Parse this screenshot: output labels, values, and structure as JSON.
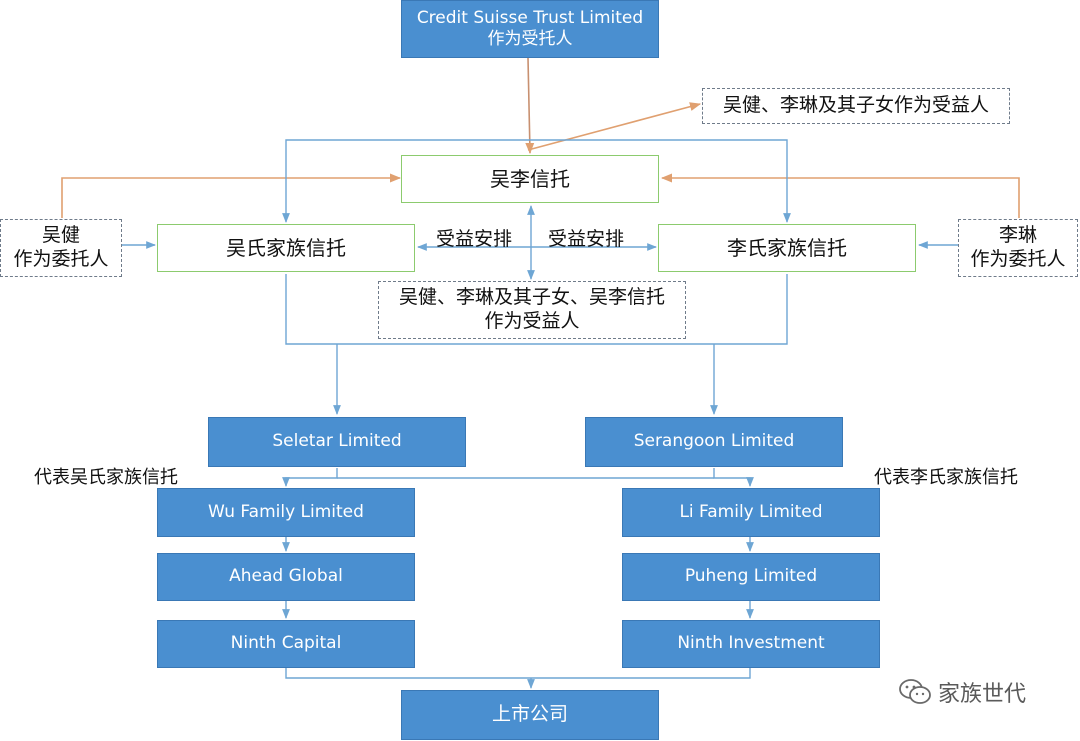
{
  "nodes": {
    "trustee": {
      "line1": "Credit Suisse Trust Limited",
      "line2": "作为受托人"
    },
    "beneficiaries_top": "吴健、李琳及其子女作为受益人",
    "wuli_trust": "吴李信托",
    "wu_settlor": {
      "line1": "吴健",
      "line2": "作为委托人"
    },
    "wu_family_trust": "吴氏家族信托",
    "li_family_trust": "李氏家族信托",
    "li_settlor": {
      "line1": "李琳",
      "line2": "作为委托人"
    },
    "beneficiary_arrangement_left": "受益安排",
    "beneficiary_arrangement_right": "受益安排",
    "beneficiaries_mid": {
      "line1": "吴健、李琳及其子女、吴李信托",
      "line2": "作为受益人"
    },
    "seletar": "Seletar Limited",
    "serangoon": "Serangoon Limited",
    "on_behalf_wu": "代表吴氏家族信托",
    "on_behalf_li": "代表李氏家族信托",
    "wu_family_ltd": "Wu Family Limited",
    "li_family_ltd": "Li Family Limited",
    "ahead_global": "Ahead Global",
    "puheng": "Puheng Limited",
    "ninth_capital": "Ninth Capital",
    "ninth_investment": "Ninth Investment",
    "listed_company": "上市公司"
  },
  "watermark": {
    "text": "家族世代",
    "icon": "wechat-icon"
  },
  "colors": {
    "blue_box": "#4a8fd0",
    "blue_line": "#6ea6d4",
    "orange_line": "#e0a070",
    "green_border": "#8ccb6e"
  }
}
